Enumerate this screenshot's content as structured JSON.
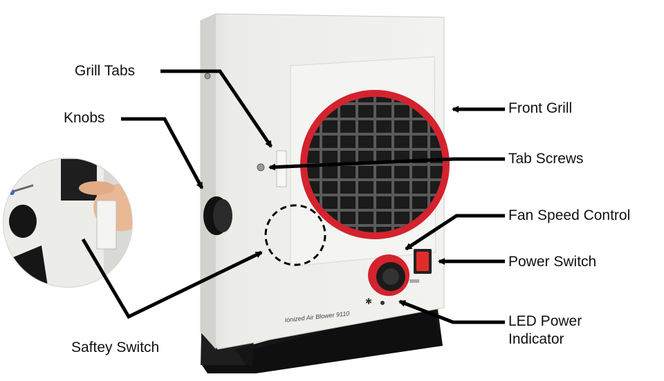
{
  "labels": {
    "grill_tabs": "Grill Tabs",
    "knobs": "Knobs",
    "saftey_switch": "Saftey Switch",
    "front_grill": "Front Grill",
    "tab_screws": "Tab Screws",
    "fan_speed_control": "Fan Speed Control",
    "power_switch": "Power Switch",
    "led_power_indicator": "LED Power Indicator"
  },
  "device": {
    "model_text": "Ionized Air Blower  9110"
  },
  "colors": {
    "body": "#e9e9e6",
    "accent_red": "#d3232e",
    "grill": "#1b1b1b",
    "stand": "#1c1c1c",
    "arrow": "#000000"
  }
}
